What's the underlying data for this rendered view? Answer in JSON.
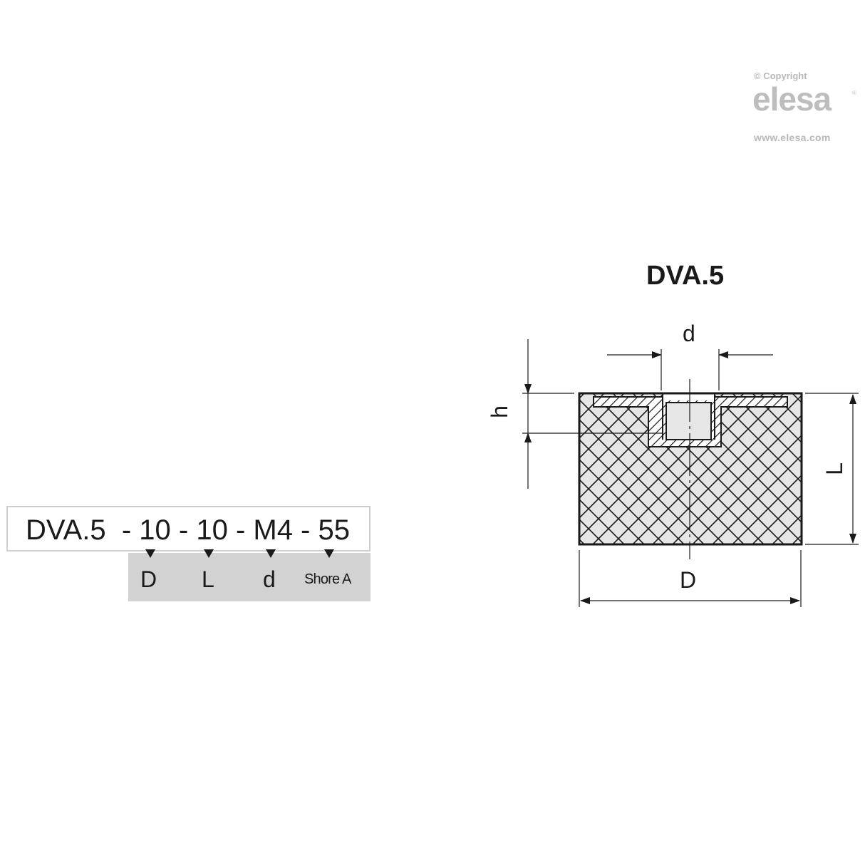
{
  "watermark": {
    "copyright": "© Copyright",
    "logo": "elesa",
    "registered": "®",
    "url": "www.elesa.com"
  },
  "ordering_code": {
    "full": "DVA.5  - 10 - 10 - M4 - 55",
    "parts": [
      {
        "value": "DVA.5",
        "label": null
      },
      {
        "value": "10",
        "label": "D"
      },
      {
        "value": "10",
        "label": "L"
      },
      {
        "value": "M4",
        "label": "d"
      },
      {
        "value": "55",
        "label": "Shore A"
      }
    ],
    "labels": {
      "D": "D",
      "L": "L",
      "d": "d",
      "shore": "Shore A"
    }
  },
  "drawing": {
    "title": "DVA.5",
    "dimensions": {
      "d": "d",
      "h": "h",
      "L": "L",
      "D": "D"
    },
    "colors": {
      "line": "#1a1a1a",
      "fill": "#e6e6e6",
      "legend_bg": "#d2d2d2",
      "watermark": "#bdbdbd"
    }
  }
}
